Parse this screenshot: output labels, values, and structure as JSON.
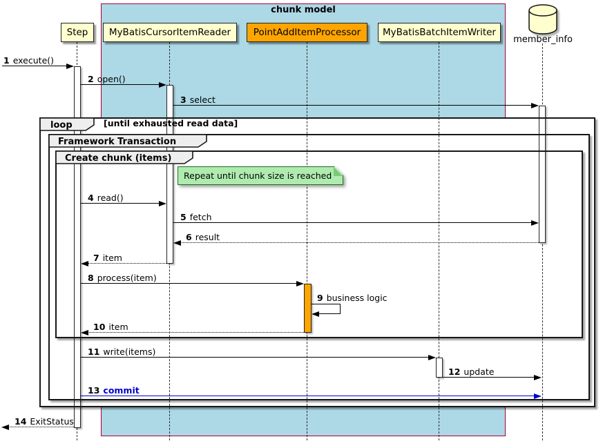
{
  "title": "chunk model",
  "participants": {
    "step": "Step",
    "reader": "MyBatisCursorItemReader",
    "processor": "PointAddItemProcessor",
    "writer": "MyBatisBatchItemWriter",
    "database": "member_info"
  },
  "icons": {
    "database_icon": "database-cylinder"
  },
  "fragments": {
    "loop_label": "loop",
    "loop_guard": "[until exhausted read data]",
    "transaction_label": "Framework Transaction",
    "chunk_label": "Create chunk (items)"
  },
  "note_text": "Repeat until chunk size is reached",
  "messages": [
    {
      "num": "1",
      "label": "execute()"
    },
    {
      "num": "2",
      "label": "open()"
    },
    {
      "num": "3",
      "label": "select"
    },
    {
      "num": "4",
      "label": "read()"
    },
    {
      "num": "5",
      "label": "fetch"
    },
    {
      "num": "6",
      "label": "result"
    },
    {
      "num": "7",
      "label": "item"
    },
    {
      "num": "8",
      "label": "process(item)"
    },
    {
      "num": "9",
      "label": "business logic"
    },
    {
      "num": "10",
      "label": "item"
    },
    {
      "num": "11",
      "label": "write(items)"
    },
    {
      "num": "12",
      "label": "update"
    },
    {
      "num": "13",
      "label": "commit"
    },
    {
      "num": "14",
      "label": "ExitStatus"
    }
  ],
  "colors": {
    "container_fill": "#ADD8E6",
    "container_border": "#A80036",
    "participant_fill": "#FEFECE",
    "processor_fill": "#FFA500",
    "note_fill": "#AFEBAF",
    "commit_color": "#0000CC"
  }
}
